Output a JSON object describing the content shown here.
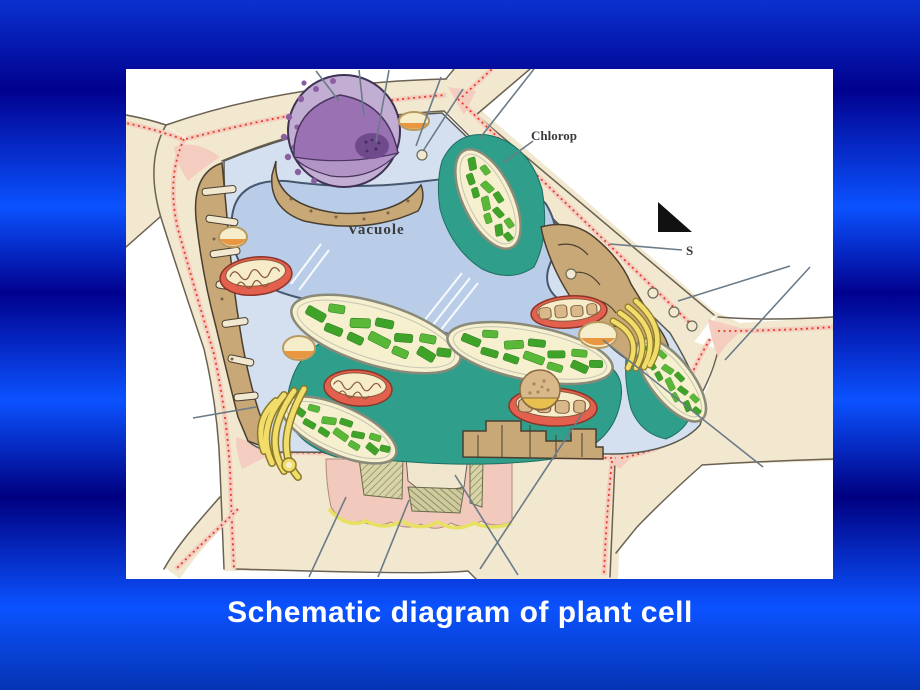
{
  "slide": {
    "caption": "Schematic diagram of plant cell",
    "background_colors": {
      "dark_band": "#01018e",
      "bright_band": "#0b52ff"
    }
  },
  "figure": {
    "labels": {
      "vacuole": "Vacuole",
      "chloroplast_truncated": "Chlorop",
      "s_truncated": "S"
    },
    "marker": "black-triangle",
    "colors": {
      "cell_wall": "#f1e8cf",
      "middle_lamella_pink": "#f5cdc0",
      "membrane_dots_red": "#e04028",
      "cytoplasm": "#d4e0f0",
      "vacuole_blue": "#b9cde9",
      "nucleus_envelope": "#c3aed3",
      "nucleus_cut_face": "#9a72b4",
      "nucleolus": "#6f4a8c",
      "er_tan": "#c9a878",
      "chloroplast_teal": "#2f9e8a",
      "chloroplast_stroma": "#f7f0cf",
      "grana_green": "#3fa32a",
      "mitochondrion_red": "#e2604d",
      "golgi_yellow": "#f2dd6a",
      "marker_black": "#111111"
    }
  }
}
